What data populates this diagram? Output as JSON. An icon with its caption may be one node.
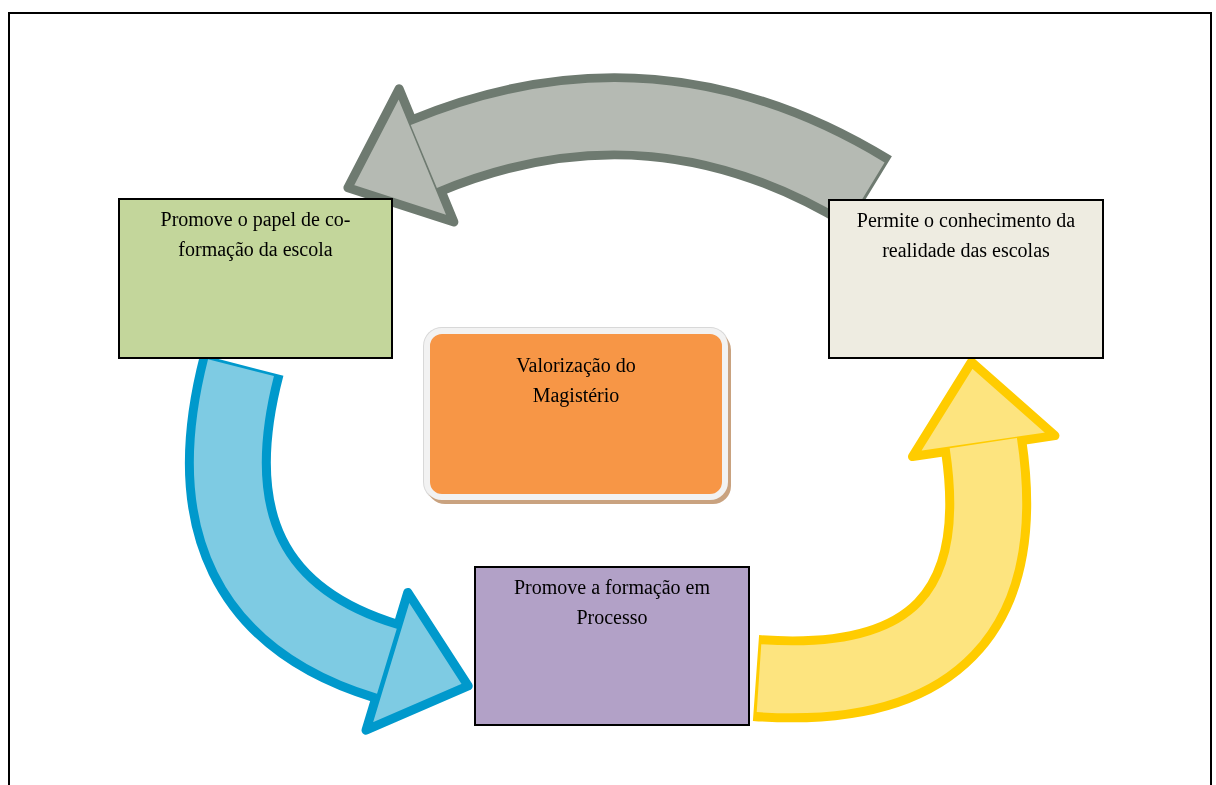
{
  "diagram": {
    "nodes": [
      {
        "text": [
          "Promove o papel de co-formação da escola"
        ]
      },
      {
        "text": [
          "Permite o conhecimento da realidade das escolas"
        ]
      },
      {
        "text": [
          "Valorização do Magistério"
        ]
      },
      {
        "text": [
          "Promove a formação em Processo"
        ]
      }
    ],
    "edges": [
      {
        "from": 1,
        "to": 0,
        "arrow": "to",
        "color": "#6e7a70"
      },
      {
        "from": 0,
        "to": 3,
        "arrow": "to",
        "color": "#0099cc"
      },
      {
        "from": 3,
        "to": 1,
        "arrow": "to",
        "color": "#ffcc00"
      }
    ]
  }
}
